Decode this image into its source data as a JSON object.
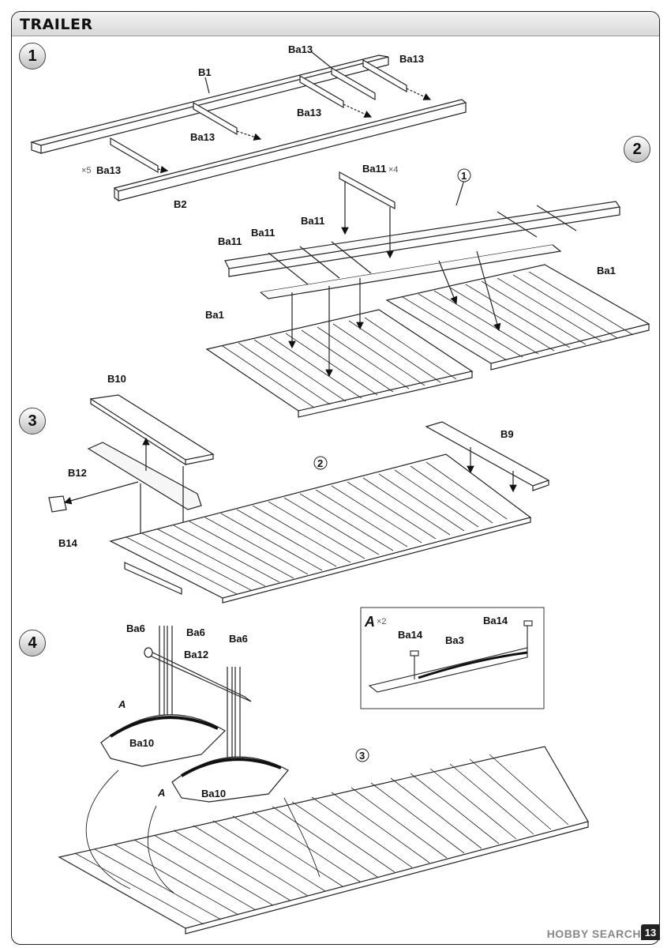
{
  "header": {
    "title": "TRAILER"
  },
  "steps": [
    {
      "number": "1",
      "labels": [
        "Ba13",
        "Ba13",
        "B1",
        "Ba13",
        "Ba13",
        "Ba13",
        "B2"
      ],
      "multiplier": "×5"
    },
    {
      "number": "2",
      "labels": [
        "Ba11",
        "1",
        "Ba11",
        "Ba11",
        "Ba11",
        "Ba1",
        "Ba1"
      ],
      "multiplier": "×4"
    },
    {
      "number": "3",
      "labels": [
        "B10",
        "B9",
        "2",
        "B12",
        "B14"
      ]
    },
    {
      "number": "4",
      "labels": [
        "Ba6",
        "Ba6",
        "Ba6",
        "Ba12",
        "A",
        "Ba10",
        "Ba10",
        "A",
        "3"
      ]
    }
  ],
  "inset": {
    "title": "A",
    "multiplier": "×2",
    "labels": [
      "Ba14",
      "Ba14",
      "Ba3"
    ]
  },
  "footer": {
    "brand": "HOBBY SEARCH",
    "page": "13"
  },
  "icons": [
    "step-number-badge",
    "assembly-arrow",
    "hobby-search-logo-icon"
  ]
}
